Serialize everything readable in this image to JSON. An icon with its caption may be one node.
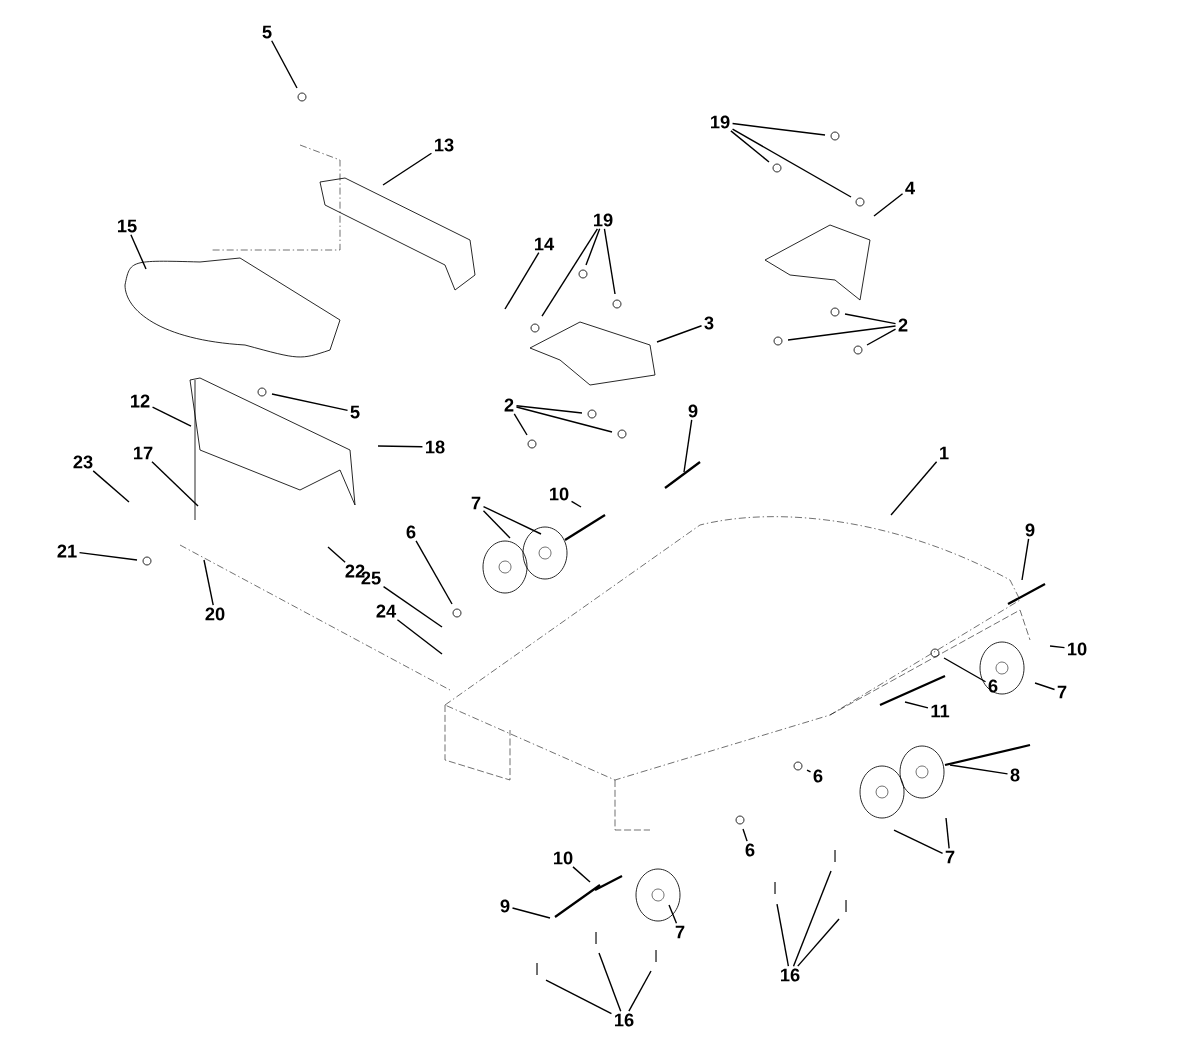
{
  "diagram": {
    "nodes": [
      {
        "text": [
          "5"
        ]
      },
      {
        "text": [
          "13"
        ]
      },
      {
        "text": [
          "15"
        ]
      },
      {
        "text": [
          "14"
        ]
      },
      {
        "text": [
          "19"
        ]
      },
      {
        "text": [
          "19"
        ]
      },
      {
        "text": [
          "4"
        ]
      },
      {
        "text": [
          "3"
        ]
      },
      {
        "text": [
          "2"
        ]
      },
      {
        "text": [
          "5"
        ]
      },
      {
        "text": [
          "2"
        ]
      },
      {
        "text": [
          "12"
        ]
      },
      {
        "text": [
          "18"
        ]
      },
      {
        "text": [
          "17"
        ]
      },
      {
        "text": [
          "23"
        ]
      },
      {
        "text": [
          "21"
        ]
      },
      {
        "text": [
          "20"
        ]
      },
      {
        "text": [
          "22"
        ]
      },
      {
        "text": [
          "9"
        ]
      },
      {
        "text": [
          "10"
        ]
      },
      {
        "text": [
          "7"
        ]
      },
      {
        "text": [
          "1"
        ]
      },
      {
        "text": [
          "6"
        ]
      },
      {
        "text": [
          "25"
        ]
      },
      {
        "text": [
          "24"
        ]
      },
      {
        "text": [
          "9"
        ]
      },
      {
        "text": [
          "10"
        ]
      },
      {
        "text": [
          "7"
        ]
      },
      {
        "text": [
          "6"
        ]
      },
      {
        "text": [
          "11"
        ]
      },
      {
        "text": [
          "8"
        ]
      },
      {
        "text": [
          "6"
        ]
      },
      {
        "text": [
          "7"
        ]
      },
      {
        "text": [
          "6"
        ]
      },
      {
        "text": [
          "10"
        ]
      },
      {
        "text": [
          "9"
        ]
      },
      {
        "text": [
          "7"
        ]
      },
      {
        "text": [
          "16"
        ]
      },
      {
        "text": [
          "16"
        ]
      }
    ],
    "edges": [
      {
        "from": 0,
        "to": null,
        "arrow": "none"
      },
      {
        "from": 1,
        "to": null,
        "arrow": "none"
      },
      {
        "from": 2,
        "to": null,
        "arrow": "none"
      },
      {
        "from": 3,
        "to": null,
        "arrow": "none"
      },
      {
        "from": 4,
        "to": null,
        "arrow": "none"
      },
      {
        "from": 4,
        "to": null,
        "arrow": "none"
      },
      {
        "from": 4,
        "to": null,
        "arrow": "none"
      },
      {
        "from": 5,
        "to": null,
        "arrow": "none"
      },
      {
        "from": 5,
        "to": null,
        "arrow": "none"
      },
      {
        "from": 5,
        "to": null,
        "arrow": "none"
      },
      {
        "from": 6,
        "to": null,
        "arrow": "none"
      },
      {
        "from": 7,
        "to": null,
        "arrow": "none"
      },
      {
        "from": 8,
        "to": null,
        "arrow": "none"
      },
      {
        "from": 8,
        "to": null,
        "arrow": "none"
      },
      {
        "from": 8,
        "to": null,
        "arrow": "none"
      },
      {
        "from": 9,
        "to": null,
        "arrow": "none"
      },
      {
        "from": 10,
        "to": null,
        "arrow": "none"
      },
      {
        "from": 10,
        "to": null,
        "arrow": "none"
      },
      {
        "from": 10,
        "to": null,
        "arrow": "none"
      },
      {
        "from": 11,
        "to": null,
        "arrow": "none"
      },
      {
        "from": 12,
        "to": null,
        "arrow": "none"
      },
      {
        "from": 13,
        "to": null,
        "arrow": "none"
      },
      {
        "from": 14,
        "to": null,
        "arrow": "none"
      },
      {
        "from": 15,
        "to": null,
        "arrow": "none"
      },
      {
        "from": 16,
        "to": null,
        "arrow": "none"
      },
      {
        "from": 17,
        "to": null,
        "arrow": "none"
      },
      {
        "from": 18,
        "to": null,
        "arrow": "none"
      },
      {
        "from": 19,
        "to": null,
        "arrow": "none"
      },
      {
        "from": 20,
        "to": null,
        "arrow": "none"
      },
      {
        "from": 20,
        "to": null,
        "arrow": "none"
      },
      {
        "from": 21,
        "to": null,
        "arrow": "none"
      },
      {
        "from": 22,
        "to": null,
        "arrow": "none"
      },
      {
        "from": 23,
        "to": null,
        "arrow": "none"
      },
      {
        "from": 24,
        "to": null,
        "arrow": "none"
      },
      {
        "from": 25,
        "to": null,
        "arrow": "none"
      },
      {
        "from": 26,
        "to": null,
        "arrow": "none"
      },
      {
        "from": 27,
        "to": null,
        "arrow": "none"
      },
      {
        "from": 28,
        "to": null,
        "arrow": "none"
      },
      {
        "from": 29,
        "to": null,
        "arrow": "none"
      },
      {
        "from": 30,
        "to": null,
        "arrow": "none"
      },
      {
        "from": 31,
        "to": null,
        "arrow": "none"
      },
      {
        "from": 32,
        "to": null,
        "arrow": "none"
      },
      {
        "from": 32,
        "to": null,
        "arrow": "none"
      },
      {
        "from": 33,
        "to": null,
        "arrow": "none"
      },
      {
        "from": 34,
        "to": null,
        "arrow": "none"
      },
      {
        "from": 35,
        "to": null,
        "arrow": "none"
      },
      {
        "from": 36,
        "to": null,
        "arrow": "none"
      },
      {
        "from": 37,
        "to": null,
        "arrow": "none"
      },
      {
        "from": 37,
        "to": null,
        "arrow": "none"
      },
      {
        "from": 37,
        "to": null,
        "arrow": "none"
      },
      {
        "from": 38,
        "to": null,
        "arrow": "none"
      },
      {
        "from": 38,
        "to": null,
        "arrow": "none"
      },
      {
        "from": 38,
        "to": null,
        "arrow": "none"
      }
    ]
  }
}
